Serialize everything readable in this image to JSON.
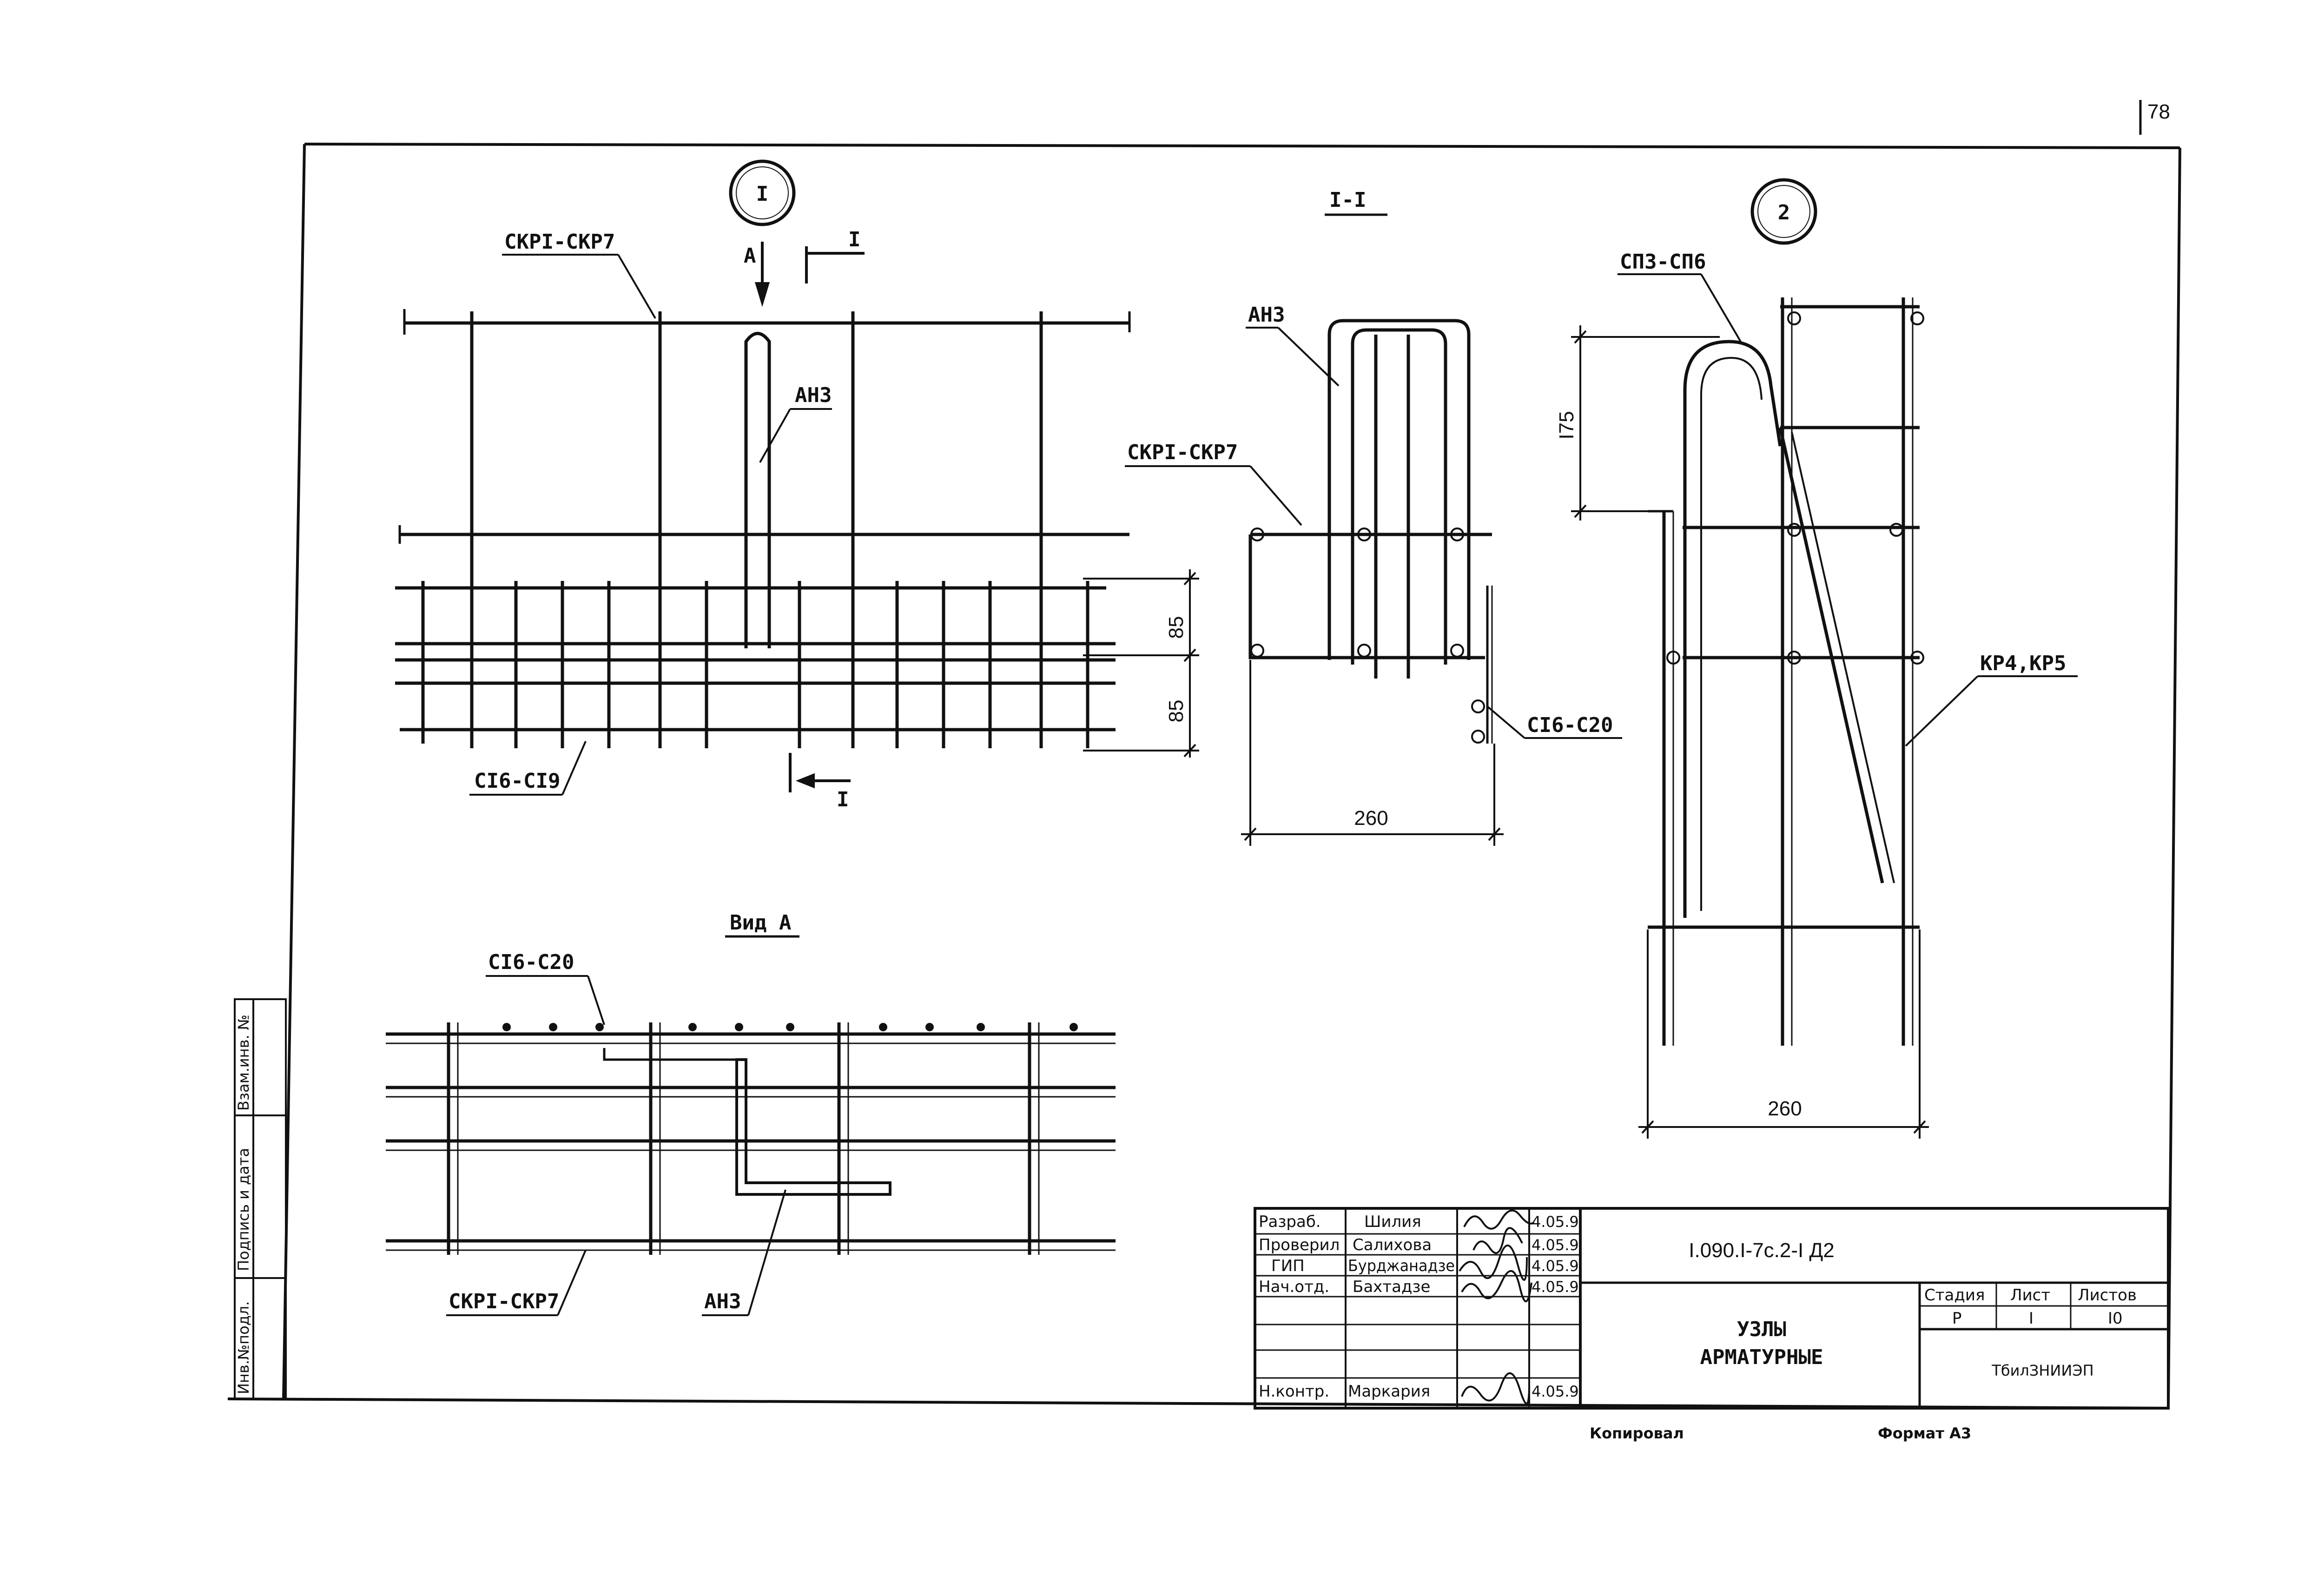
{
  "page_number": "78",
  "labels": {
    "node1": "I",
    "node2": "2",
    "section": "I-I",
    "arrow_a": "А",
    "cut1": "I",
    "cut2": "I",
    "skr_top": "СКРI-СКР7",
    "ah3_1": "АН3",
    "ci6_ci9": "СI6-СI9",
    "ah3_2": "АН3",
    "skr_mid": "СКРI-СКР7",
    "ci6_c20_mid": "СI6-С20",
    "sp3_sp6": "СП3-СП6",
    "kr4_kr5": "КР4,КР5",
    "view_a": "Вид А",
    "ci6_c20_bot": "СI6-С20",
    "skr_bot": "СКРI-СКР7",
    "ah3_3": "АН3"
  },
  "dims": {
    "d85a": "85",
    "d85b": "85",
    "d260a": "260",
    "d175": "I75",
    "d260b": "260"
  },
  "side_stamp": [
    "Взам.инв. №",
    "Подпись и дата",
    "Инв.№подл."
  ],
  "title_block": {
    "roles": [
      "Разраб.",
      "Проверил",
      "ГИП",
      "Нач.отд.",
      "",
      "",
      "",
      "Н.контр."
    ],
    "names": [
      "Шилия",
      "Салихова",
      "Бурджанадзе",
      "Бахтадзе",
      "",
      "",
      "",
      "Маркария"
    ],
    "dates": [
      "4.05.9",
      "4.05.9",
      "4.05.9",
      "4.05.9",
      "",
      "",
      "",
      "4.05.9"
    ],
    "code": "I.090.I-7с.2-I Д2",
    "title_line1": "УЗЛЫ",
    "title_line2": "АРМАТУРНЫЕ",
    "stage_head": "Стадия",
    "sheet_head": "Лист",
    "sheets_head": "Листов",
    "stage": "Р",
    "sheet": "I",
    "sheets": "I0",
    "org": "ТбилЗНИИЭП"
  },
  "footer": {
    "copied": "Копировал",
    "format": "Формат А3"
  }
}
